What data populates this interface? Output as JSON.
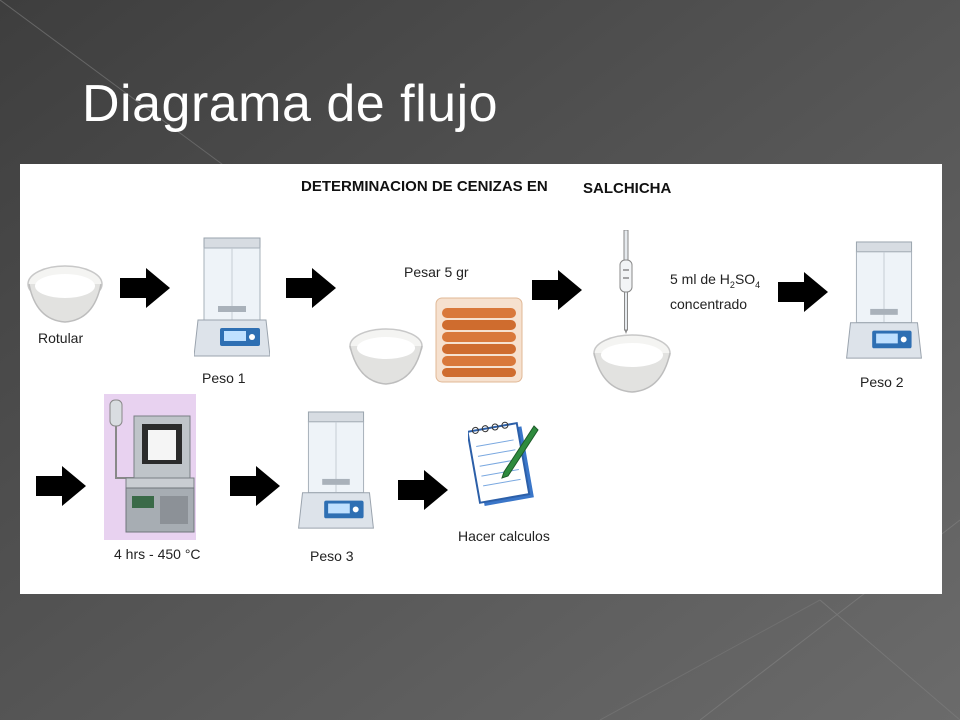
{
  "slide": {
    "title": "Diagrama de flujo"
  },
  "panel": {
    "heading_part1": "DETERMINACION DE CENIZAS EN",
    "heading_part2": "SALCHICHA",
    "steps": {
      "rotular": "Rotular",
      "peso1": "Peso 1",
      "pesar": "Pesar 5 gr",
      "acid_line1": "5 ml de H",
      "acid_sub1": "2",
      "acid_mid": "SO",
      "acid_sub2": "4",
      "acid_line2": "concentrado",
      "peso2": "Peso 2",
      "mufla": "4 hrs - 450 °C",
      "peso3": "Peso 3",
      "calculos": "Hacer calculos"
    }
  },
  "colors": {
    "background": "#4a4a4a",
    "panel": "#ffffff",
    "arrow": "#000000",
    "furnace_bg": "#e8d2f0",
    "sausage": "#d9783a"
  },
  "icons": [
    "crucible-icon",
    "balance-icon",
    "sausages-icon",
    "pipette-icon",
    "furnace-icon",
    "notepad-icon",
    "arrow-icon"
  ]
}
